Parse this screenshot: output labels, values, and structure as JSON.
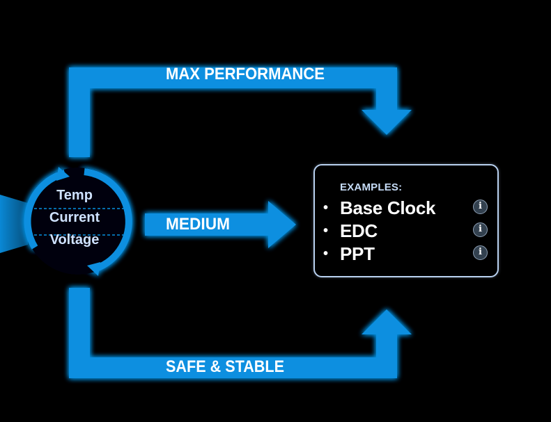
{
  "paths": {
    "top_label": "MAX PERFORMANCE",
    "middle_label": "MEDIUM",
    "bottom_label": "SAFE & STABLE"
  },
  "sensors": {
    "items": [
      "Temp",
      "Current",
      "Voltage"
    ]
  },
  "examples": {
    "heading": "EXAMPLES:",
    "bullet": "•",
    "info_glyph": "i",
    "items": [
      {
        "label": "Base Clock"
      },
      {
        "label": "EDC"
      },
      {
        "label": "PPT"
      }
    ]
  },
  "colors": {
    "background": "#000000",
    "arrow_blue": "#0a8fe0",
    "glow_blue": "#0a8fe0",
    "label_white": "#ffffff",
    "sensor_text": "#cfe2ff",
    "box_border": "#b9d1f0"
  },
  "icons": {
    "sensor_loop": "circular-arrows-icon",
    "info": "info-icon"
  }
}
